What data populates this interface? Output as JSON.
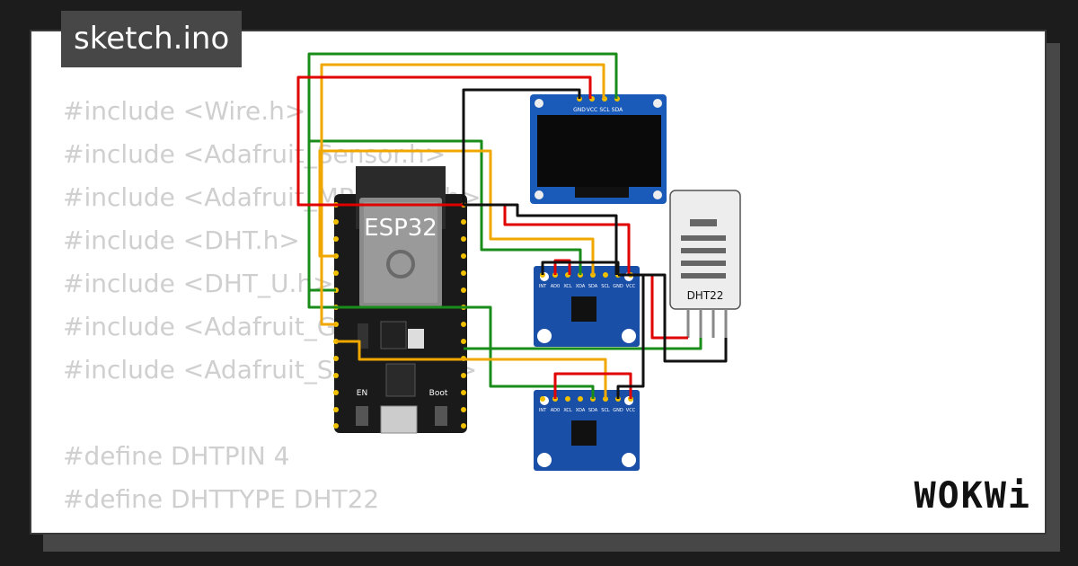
{
  "tab": {
    "filename": "sketch.ino"
  },
  "code": {
    "lines": [
      "#include <Wire.h>",
      "#include <Adafruit_Sensor.h>",
      "#include <Adafruit_MPU6050.h>",
      "#include <DHT.h>",
      "#include <DHT_U.h>",
      "#include <Adafruit_GFX.h>",
      "#include <Adafruit_SSD1306.h>",
      "",
      "#define DHTPIN 4",
      "#define DHTTYPE DHT22"
    ]
  },
  "components": {
    "esp32_label": "ESP32",
    "esp32_en": "EN",
    "esp32_boot": "Boot",
    "oled_pins": [
      "GND",
      "VCC",
      "SCL",
      "SDA"
    ],
    "dht_label": "DHT22",
    "mpu_pins": [
      "INT",
      "AD0",
      "XCL",
      "XDA",
      "SDA",
      "SCL",
      "GND",
      "VCC"
    ]
  },
  "brand": {
    "logo": "WOKWi"
  },
  "colors": {
    "background": "#1c1c1c",
    "tab": "#474747",
    "code_text": "#cfcfcf",
    "wire_green": "#1a8c1a",
    "wire_orange": "#f0a800",
    "wire_red": "#e00000",
    "wire_black": "#111111",
    "board_blue": "#1a4fa8"
  }
}
